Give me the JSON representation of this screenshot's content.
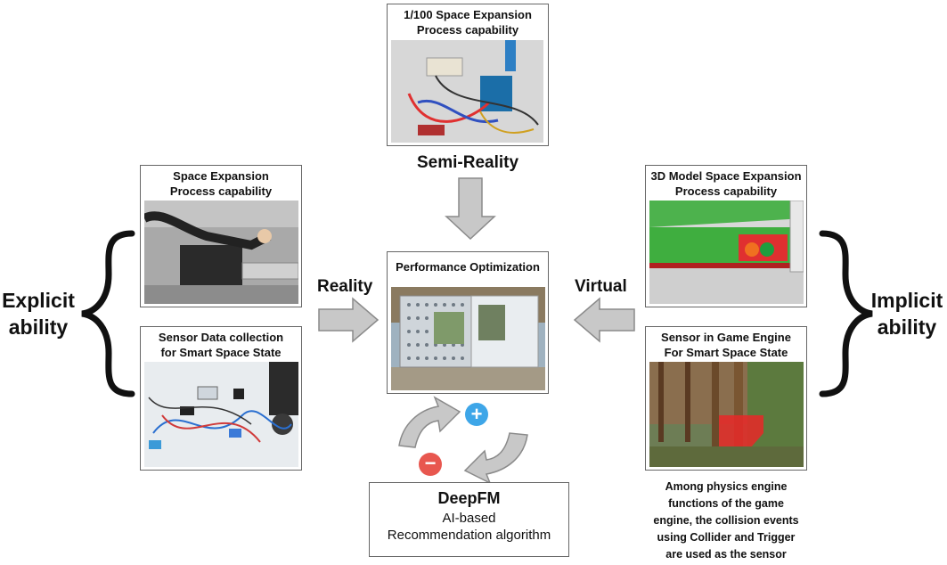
{
  "top_card": {
    "title": "1/100 Space Expansion\nProcess capability"
  },
  "left_top_card": {
    "title": "Space Expansion\nProcess capability"
  },
  "left_bottom_card": {
    "title": "Sensor Data collection\nfor Smart Space State"
  },
  "center_card": {
    "title": "Performance Optimization"
  },
  "right_top_card": {
    "title": "3D Model Space Expansion\nProcess capability"
  },
  "right_bottom_card": {
    "title": "Sensor in Game Engine\nFor Smart Space State"
  },
  "labels": {
    "semi_reality": "Semi-Reality",
    "reality": "Reality",
    "virtual": "Virtual",
    "explicit": "Explicit\nability",
    "implicit": "Implicit\nability"
  },
  "deepfm": {
    "title": "DeepFM",
    "line1": "AI-based",
    "line2": "Recommendation algorithm"
  },
  "loop_icons": {
    "plus": "+",
    "minus": "−"
  },
  "right_note": "Among physics engine\nfunctions of the game\nengine, the collision events\nusing Collider and Trigger\nare used as the sensor",
  "colors": {
    "arrow_fill": "#c8c8c8",
    "arrow_stroke": "#8a8a8a",
    "plus": "#3ea6e8",
    "minus": "#e8574f"
  }
}
